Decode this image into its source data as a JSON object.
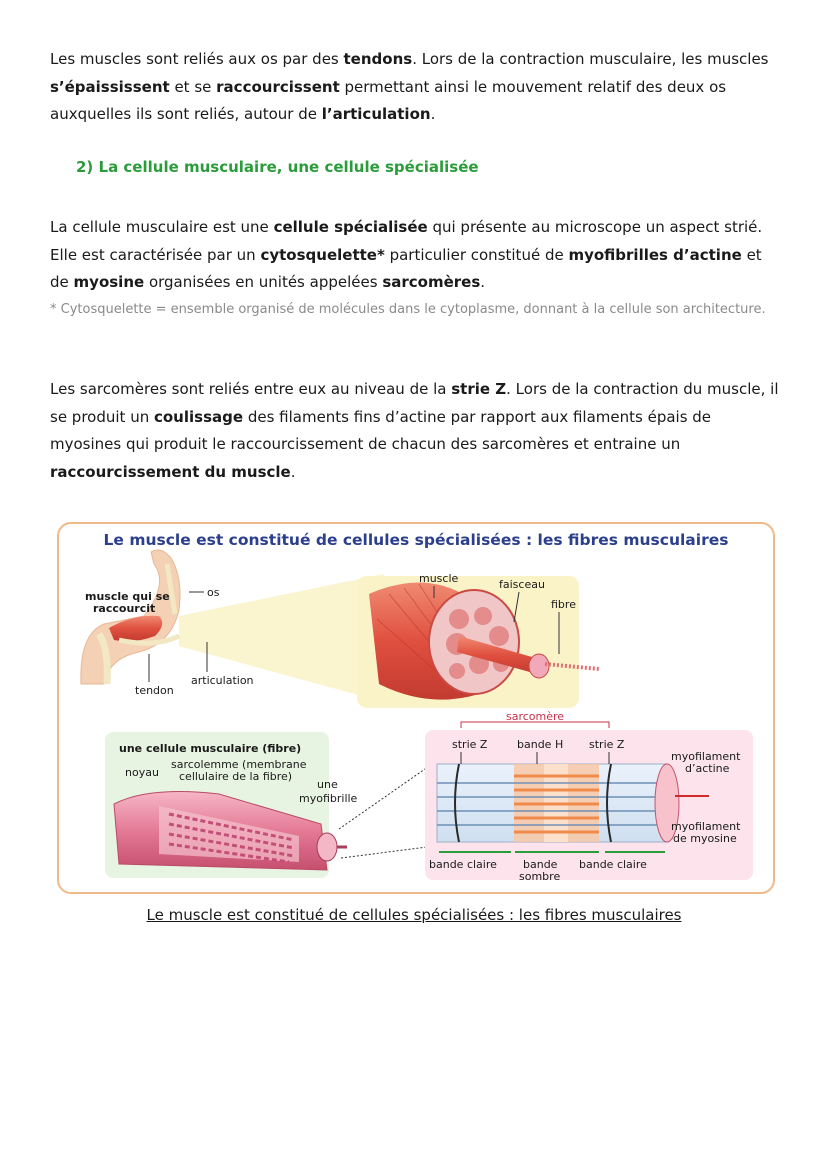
{
  "p1": {
    "t1": "Les muscles sont reliés aux os par des ",
    "b1": "tendons",
    "t2": ". Lors de la contraction musculaire, les muscles ",
    "b2": "s’épaississent",
    "t3": " et se ",
    "b3": "raccourcissent",
    "t4": " permettant ainsi le mouvement relatif des deux os auxquelles ils sont reliés, autour de ",
    "b4": "l’articulation",
    "t5": "."
  },
  "heading": "2)  La cellule musculaire, une cellule spécialisée",
  "p2": {
    "t1": "La cellule musculaire est une ",
    "b1": "cellule spécialisée",
    "t2": " qui présente au microscope un aspect strié. Elle est caractérisée par un ",
    "b2": "cytosquelette*",
    "t3": " particulier constitué de ",
    "b3": "myofibrilles d’actine",
    "t4": " et de ",
    "b4": "myosine",
    "t5": " organisées en unités appelées ",
    "b5": "sarcomères",
    "t6": "."
  },
  "note": "* Cytosquelette = ensemble organisé de molécules dans le cytoplasme, donnant à la cellule son architecture.",
  "p3": {
    "t1": "Les sarcomères sont reliés entre eux au niveau de la ",
    "b1": "strie Z",
    "t2": ". Lors de la contraction du muscle, il se produit un ",
    "b2": "coulissage",
    "t3": " des filaments fins d’actine par rapport aux filaments épais de myosines qui produit le raccourcissement de chacun des sarcomères et entraine un ",
    "b3": "raccourcissement du muscle",
    "t4": "."
  },
  "figure": {
    "title": "Le muscle est constitué de cellules spécialisées : les fibres musculaires",
    "labels": {
      "muscle_qui_se_1": "muscle qui se",
      "muscle_qui_se_2": "raccourcit",
      "os": "os",
      "tendon": "tendon",
      "articulation": "articulation",
      "muscle": "muscle",
      "faisceau": "faisceau",
      "fibre": "fibre",
      "cellule_musculaire": "une cellule musculaire (fibre)",
      "noyau": "noyau",
      "sarcolemme_1": "sarcolemme (membrane",
      "sarcolemme_2": "cellulaire de la fibre)",
      "une": "une",
      "myofibrille": "myofibrille",
      "sarcomere": "sarcomère",
      "strie_z_left": "strie Z",
      "bande_h": "bande H",
      "strie_z_right": "strie Z",
      "myofilament_actine_1": "myofilament",
      "myofilament_actine_2": "d’actine",
      "myofilament_myosine_1": "myofilament",
      "myofilament_myosine_2": "de myosine",
      "bande_claire_left": "bande claire",
      "bande_sombre_1": "bande",
      "bande_sombre_2": "sombre",
      "bande_claire_right": "bande claire"
    },
    "colors": {
      "title": "#2b3f8c",
      "border": "#f0b98a",
      "muscle": "#e05a4e",
      "panel_top": "#fbf3c8",
      "panel_bottom": "#fce3ec"
    }
  },
  "caption": "Le muscle est constitué de cellules spécialisées : les fibres musculaires"
}
